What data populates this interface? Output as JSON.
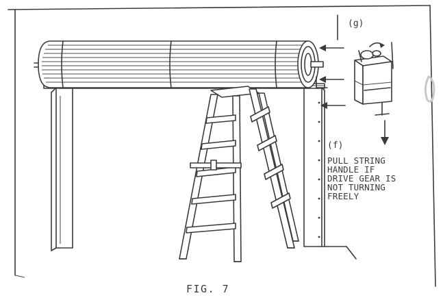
{
  "callouts": {
    "g": "(g)",
    "f": "(f)"
  },
  "note_lines": [
    "PULL STRING",
    "HANDLE IF",
    "DRIVE GEAR IS",
    "NOT TURNING",
    "FREELY"
  ],
  "caption": "FIG. 7",
  "ink_color": "#3a3a3a"
}
